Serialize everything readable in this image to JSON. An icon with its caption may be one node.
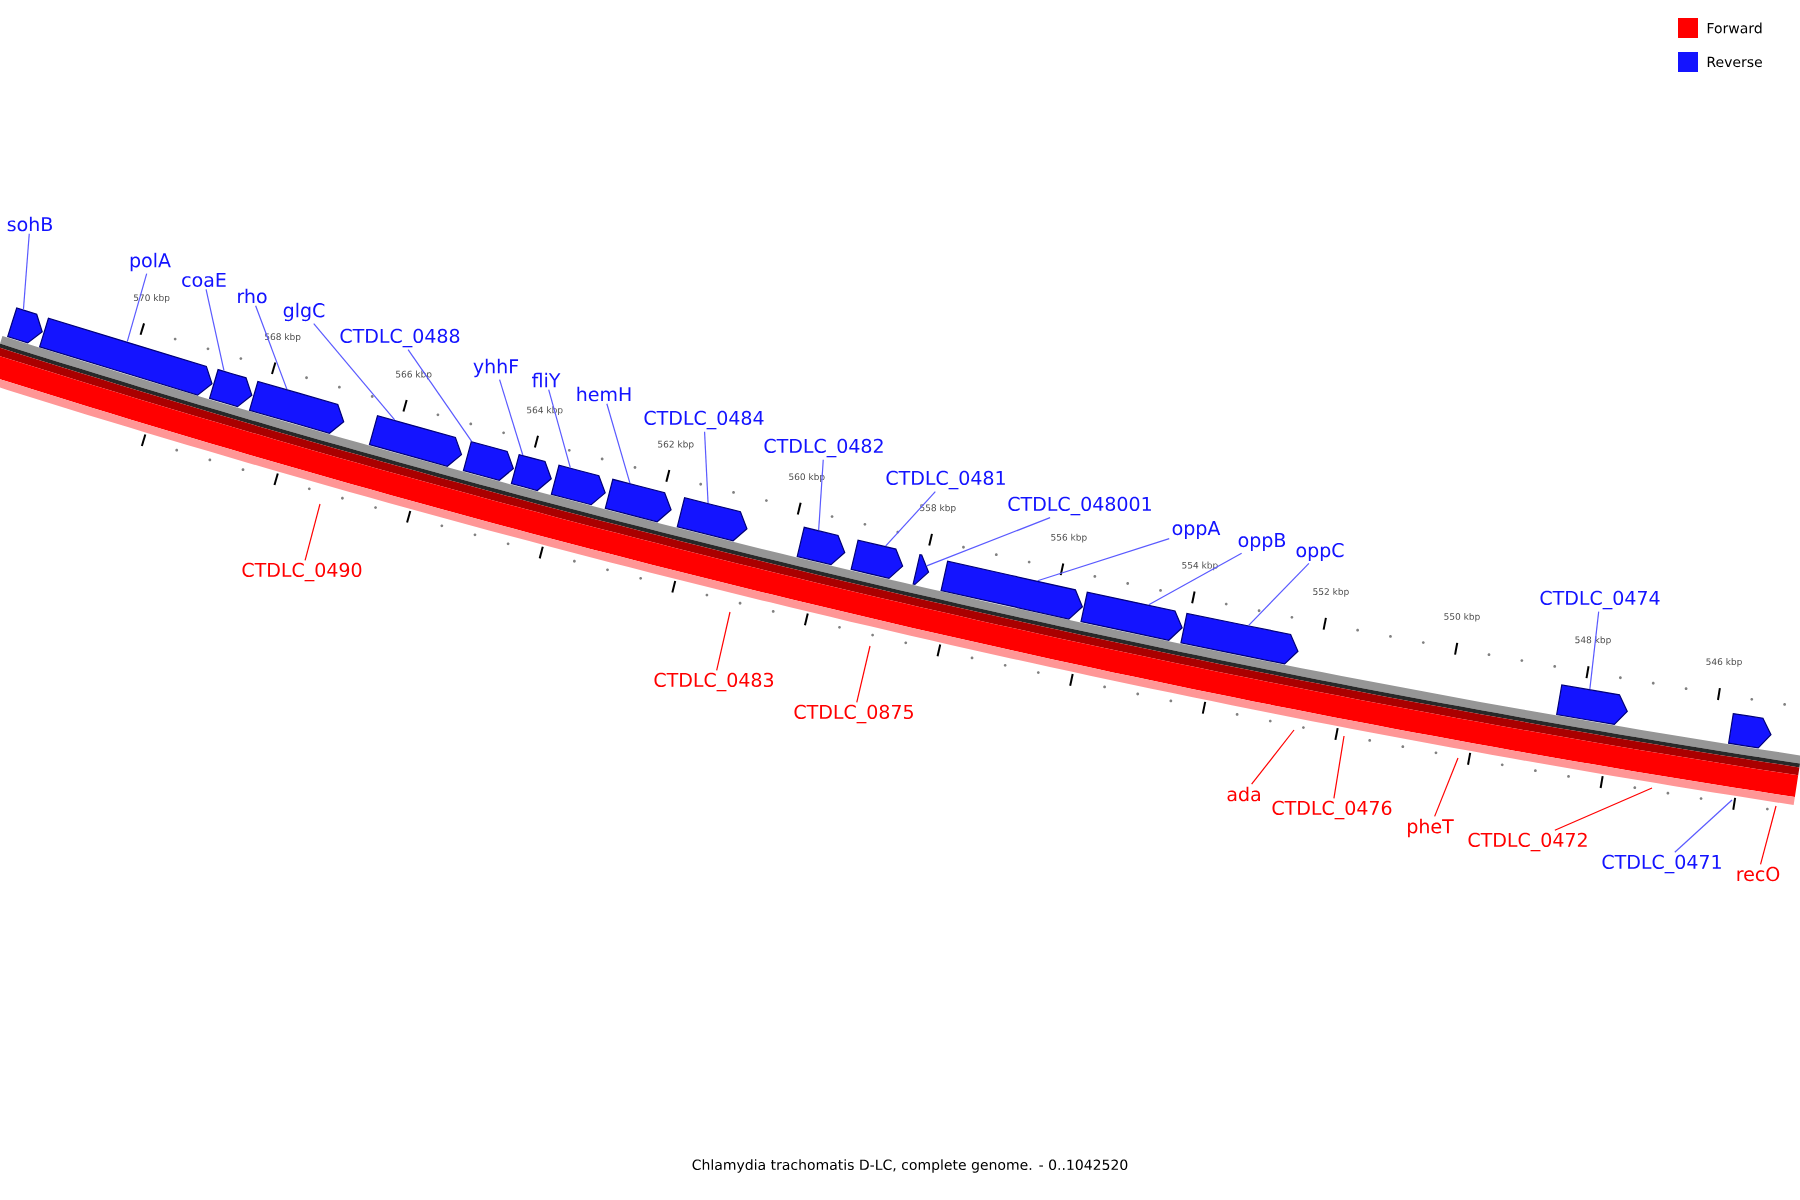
{
  "diagram": {
    "caption": "Chlamydia trachomatis D-LC, complete genome. - 0..1042520",
    "nodes": [
      {
        "text": [
          "sohB"
        ]
      },
      {
        "text": [
          "polA"
        ]
      },
      {
        "text": [
          "coaE"
        ]
      },
      {
        "text": [
          "rho"
        ]
      },
      {
        "text": [
          "glgC"
        ]
      },
      {
        "text": [
          "CTDLC_0488"
        ]
      },
      {
        "text": [
          "yhhF"
        ]
      },
      {
        "text": [
          "fliY"
        ]
      },
      {
        "text": [
          "hemH"
        ]
      },
      {
        "text": [
          "CTDLC_0484"
        ]
      },
      {
        "text": [
          "CTDLC_0482"
        ]
      },
      {
        "text": [
          "CTDLC_0481"
        ]
      },
      {
        "text": [
          "CTDLC_048001"
        ]
      },
      {
        "text": [
          "oppA"
        ]
      },
      {
        "text": [
          "oppB"
        ]
      },
      {
        "text": [
          "oppC"
        ]
      },
      {
        "text": [
          "CTDLC_0474"
        ]
      },
      {
        "text": [
          "CTDLC_0490"
        ]
      },
      {
        "text": [
          "CTDLC_0483"
        ]
      },
      {
        "text": [
          "CTDLC_0875"
        ]
      },
      {
        "text": [
          "ada"
        ]
      },
      {
        "text": [
          "CTDLC_0476"
        ]
      },
      {
        "text": [
          "pheT"
        ]
      },
      {
        "text": [
          "CTDLC_0472"
        ]
      },
      {
        "text": [
          "CTDLC_0471"
        ]
      },
      {
        "text": [
          "recO"
        ]
      },
      {
        "text": [],
        "shape": "bar"
      },
      {
        "text": [],
        "shape": "bar"
      },
      {
        "text": [],
        "shape": "bar"
      },
      {
        "text": [],
        "shape": "bar"
      },
      {
        "text": [],
        "shape": "bar"
      },
      {
        "text": [],
        "shape": "bar"
      },
      {
        "text": [],
        "shape": "bar"
      },
      {
        "text": [],
        "shape": "bar"
      },
      {
        "text": [],
        "shape": "bar"
      },
      {
        "text": [],
        "shape": "bar"
      },
      {
        "text": [],
        "shape": "bar"
      },
      {
        "text": [],
        "shape": "bar"
      },
      {
        "text": [],
        "shape": "bar"
      },
      {
        "text": [],
        "shape": "bar"
      },
      {
        "text": [],
        "shape": "bar"
      },
      {
        "text": [],
        "shape": "bar"
      },
      {
        "text": [],
        "shape": "bar"
      },
      {
        "text": [],
        "shape": "bar"
      }
    ],
    "edges": [
      {
        "from": 0,
        "to": 26,
        "arrow": "none"
      },
      {
        "from": 1,
        "to": 27,
        "arrow": "none"
      },
      {
        "from": 2,
        "to": 28,
        "arrow": "none"
      },
      {
        "from": 3,
        "to": 29,
        "arrow": "none"
      },
      {
        "from": 4,
        "to": 30,
        "arrow": "none"
      },
      {
        "from": 5,
        "to": 31,
        "arrow": "none"
      },
      {
        "from": 6,
        "to": 32,
        "arrow": "none"
      },
      {
        "from": 7,
        "to": 33,
        "arrow": "none"
      },
      {
        "from": 8,
        "to": 34,
        "arrow": "none"
      },
      {
        "from": 9,
        "to": 35,
        "arrow": "none"
      },
      {
        "from": 10,
        "to": 36,
        "arrow": "none"
      },
      {
        "from": 11,
        "to": 37,
        "arrow": "none"
      },
      {
        "from": 12,
        "to": 38,
        "arrow": "none"
      },
      {
        "from": 13,
        "to": 39,
        "arrow": "none"
      },
      {
        "from": 14,
        "to": 40,
        "arrow": "none"
      },
      {
        "from": 15,
        "to": 41,
        "arrow": "none"
      },
      {
        "from": 16,
        "to": 42,
        "arrow": "none"
      },
      {
        "from": 17,
        "to": null,
        "arrow": "none",
        "color": "#ff0000"
      },
      {
        "from": 18,
        "to": null,
        "arrow": "none",
        "color": "#ff0000"
      },
      {
        "from": 19,
        "to": null,
        "arrow": "none",
        "color": "#ff0000"
      },
      {
        "from": 20,
        "to": null,
        "arrow": "none",
        "color": "#ff0000"
      },
      {
        "from": 21,
        "to": null,
        "arrow": "none",
        "color": "#ff0000"
      },
      {
        "from": 22,
        "to": null,
        "arrow": "none",
        "color": "#ff0000"
      },
      {
        "from": 23,
        "to": null,
        "arrow": "none",
        "color": "#ff0000"
      },
      {
        "from": 24,
        "to": null,
        "arrow": "none"
      },
      {
        "from": 25,
        "to": null,
        "arrow": "none",
        "color": "#ff0000"
      }
    ],
    "labels": [
      "570 kbp",
      "568 kbp",
      "566 kbp",
      "564 kbp",
      "562 kbp",
      "560 kbp",
      "558 kbp",
      "556 kbp",
      "554 kbp",
      "552 kbp",
      "550 kbp",
      "548 kbp",
      "546 kbp"
    ],
    "legend": [
      {
        "text": "Forward",
        "color": "#ff0000"
      },
      {
        "text": "Reverse",
        "color": "#1414ff"
      }
    ]
  }
}
